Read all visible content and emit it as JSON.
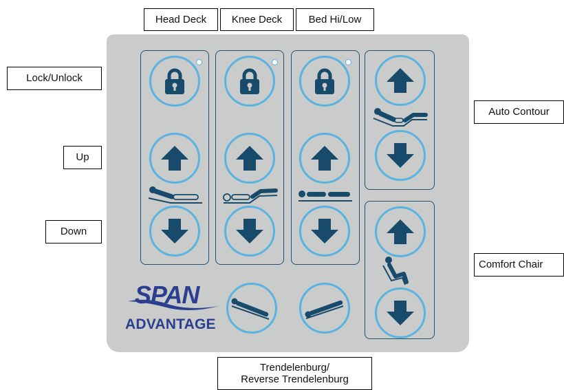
{
  "labels": {
    "head_deck": "Head Deck",
    "knee_deck": "Knee Deck",
    "bed_hi_low": "Bed Hi/Low",
    "lock_unlock": "Lock/Unlock",
    "up": "Up",
    "down": "Down",
    "auto_contour": "Auto Contour",
    "comfort_chair": "Comfort Chair",
    "trendelenburg_line1": "Trendelenburg/",
    "trendelenburg_line2": "Reverse Trendelenburg"
  },
  "brand": {
    "name": "SPAN",
    "product": "ADVANTAGE"
  },
  "colors": {
    "panel": "#c9ccca",
    "button_ring": "#5ab3e0",
    "icon_fill": "#184a6b",
    "group_border": "#214f6e",
    "brand": "#2b3e8f"
  },
  "icons": [
    "lock-icon",
    "arrow-up-icon",
    "arrow-down-icon",
    "bed-position-icon"
  ]
}
